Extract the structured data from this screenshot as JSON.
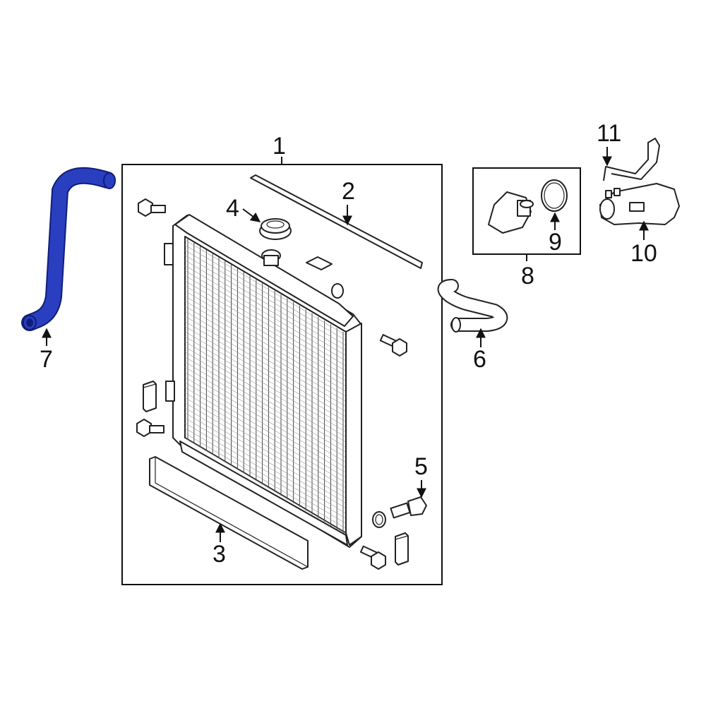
{
  "diagram": {
    "callouts": [
      {
        "id": "1",
        "text": "1"
      },
      {
        "id": "2",
        "text": "2"
      },
      {
        "id": "3",
        "text": "3"
      },
      {
        "id": "4",
        "text": "4"
      },
      {
        "id": "5",
        "text": "5"
      },
      {
        "id": "6",
        "text": "6"
      },
      {
        "id": "7",
        "text": "7"
      },
      {
        "id": "8",
        "text": "8"
      },
      {
        "id": "9",
        "text": "9"
      },
      {
        "id": "10",
        "text": "10"
      },
      {
        "id": "11",
        "text": "11"
      }
    ],
    "highlight_color": "#2a3fbf",
    "line_color": "#111111"
  }
}
